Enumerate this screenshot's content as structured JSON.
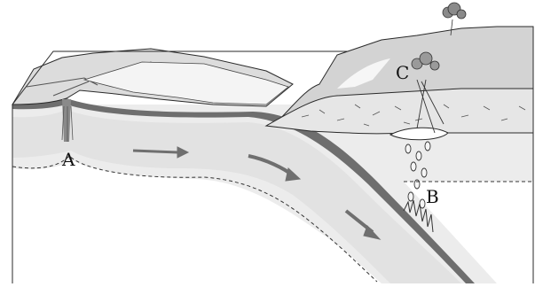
{
  "diagram": {
    "labels": {
      "a": "A",
      "b": "B",
      "c": "C"
    },
    "colors": {
      "mantle": "#e9e9e9",
      "plate_top": "#dedede",
      "plate_front": "#f2f2f2",
      "slab_crust": "#707070",
      "arrow": "#6f6f6f",
      "sediment": "#e4e4e4",
      "mountain": "#cfcfcf",
      "outline": "#2a2a2a"
    }
  }
}
